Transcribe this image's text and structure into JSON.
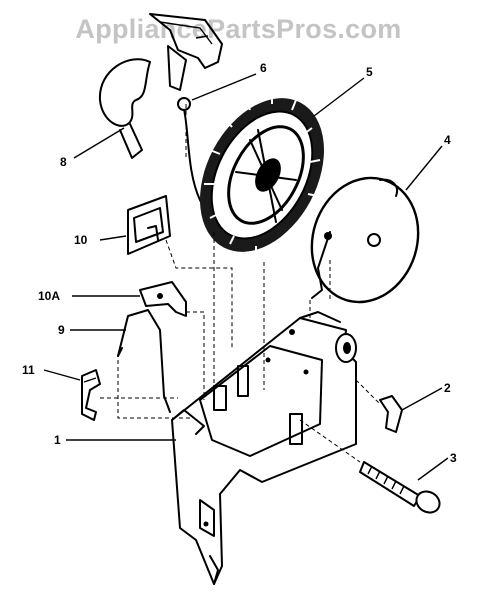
{
  "watermark": "AppliancePartsPros.com",
  "callouts": [
    {
      "id": "c8a",
      "text": "8"
    },
    {
      "id": "c6",
      "text": "6"
    },
    {
      "id": "c5",
      "text": "5"
    },
    {
      "id": "c4",
      "text": "4"
    },
    {
      "id": "c10",
      "text": "10"
    },
    {
      "id": "c10A",
      "text": "10A"
    },
    {
      "id": "c9",
      "text": "9"
    },
    {
      "id": "c11",
      "text": "11"
    },
    {
      "id": "c1",
      "text": "1"
    },
    {
      "id": "c2",
      "text": "2"
    },
    {
      "id": "c3",
      "text": "3"
    }
  ]
}
